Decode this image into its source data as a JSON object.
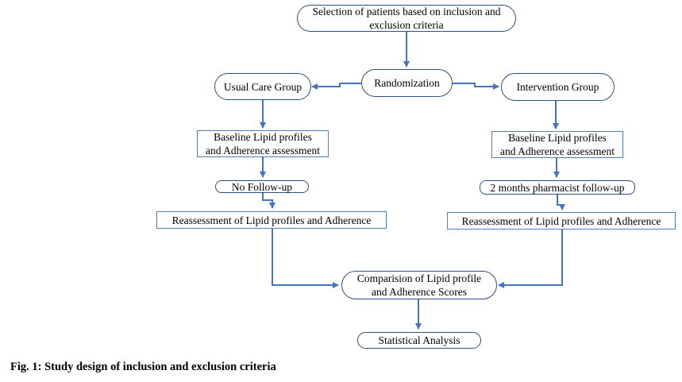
{
  "nodes": {
    "selection": "Selection of patients based on inclusion and\nexclusion criteria",
    "randomization": "Randomization",
    "usual_care": "Usual Care  Group",
    "intervention": "Intervention  Group",
    "baseline_left": "Baseline Lipid profiles\nand Adherence assessment",
    "baseline_right": "Baseline Lipid profiles\nand Adherence assessment",
    "no_followup": "No Follow-up",
    "pharmacist_followup": "2 months pharmacist follow-up",
    "reassess_left": "Reassessment of  Lipid profiles and Adherence",
    "reassess_right": "Reassessment of  Lipid profiles and Adherence",
    "comparison": "Comparision of Lipid profile\nand Adherence Scores",
    "statistical": "Statistical Analysis"
  },
  "caption": "Fig. 1: Study design of inclusion and exclusion criteria",
  "colors": {
    "arrow": "#4472c4",
    "pill_border": "#2f4f7f",
    "box_border": "#4f7fb8"
  }
}
